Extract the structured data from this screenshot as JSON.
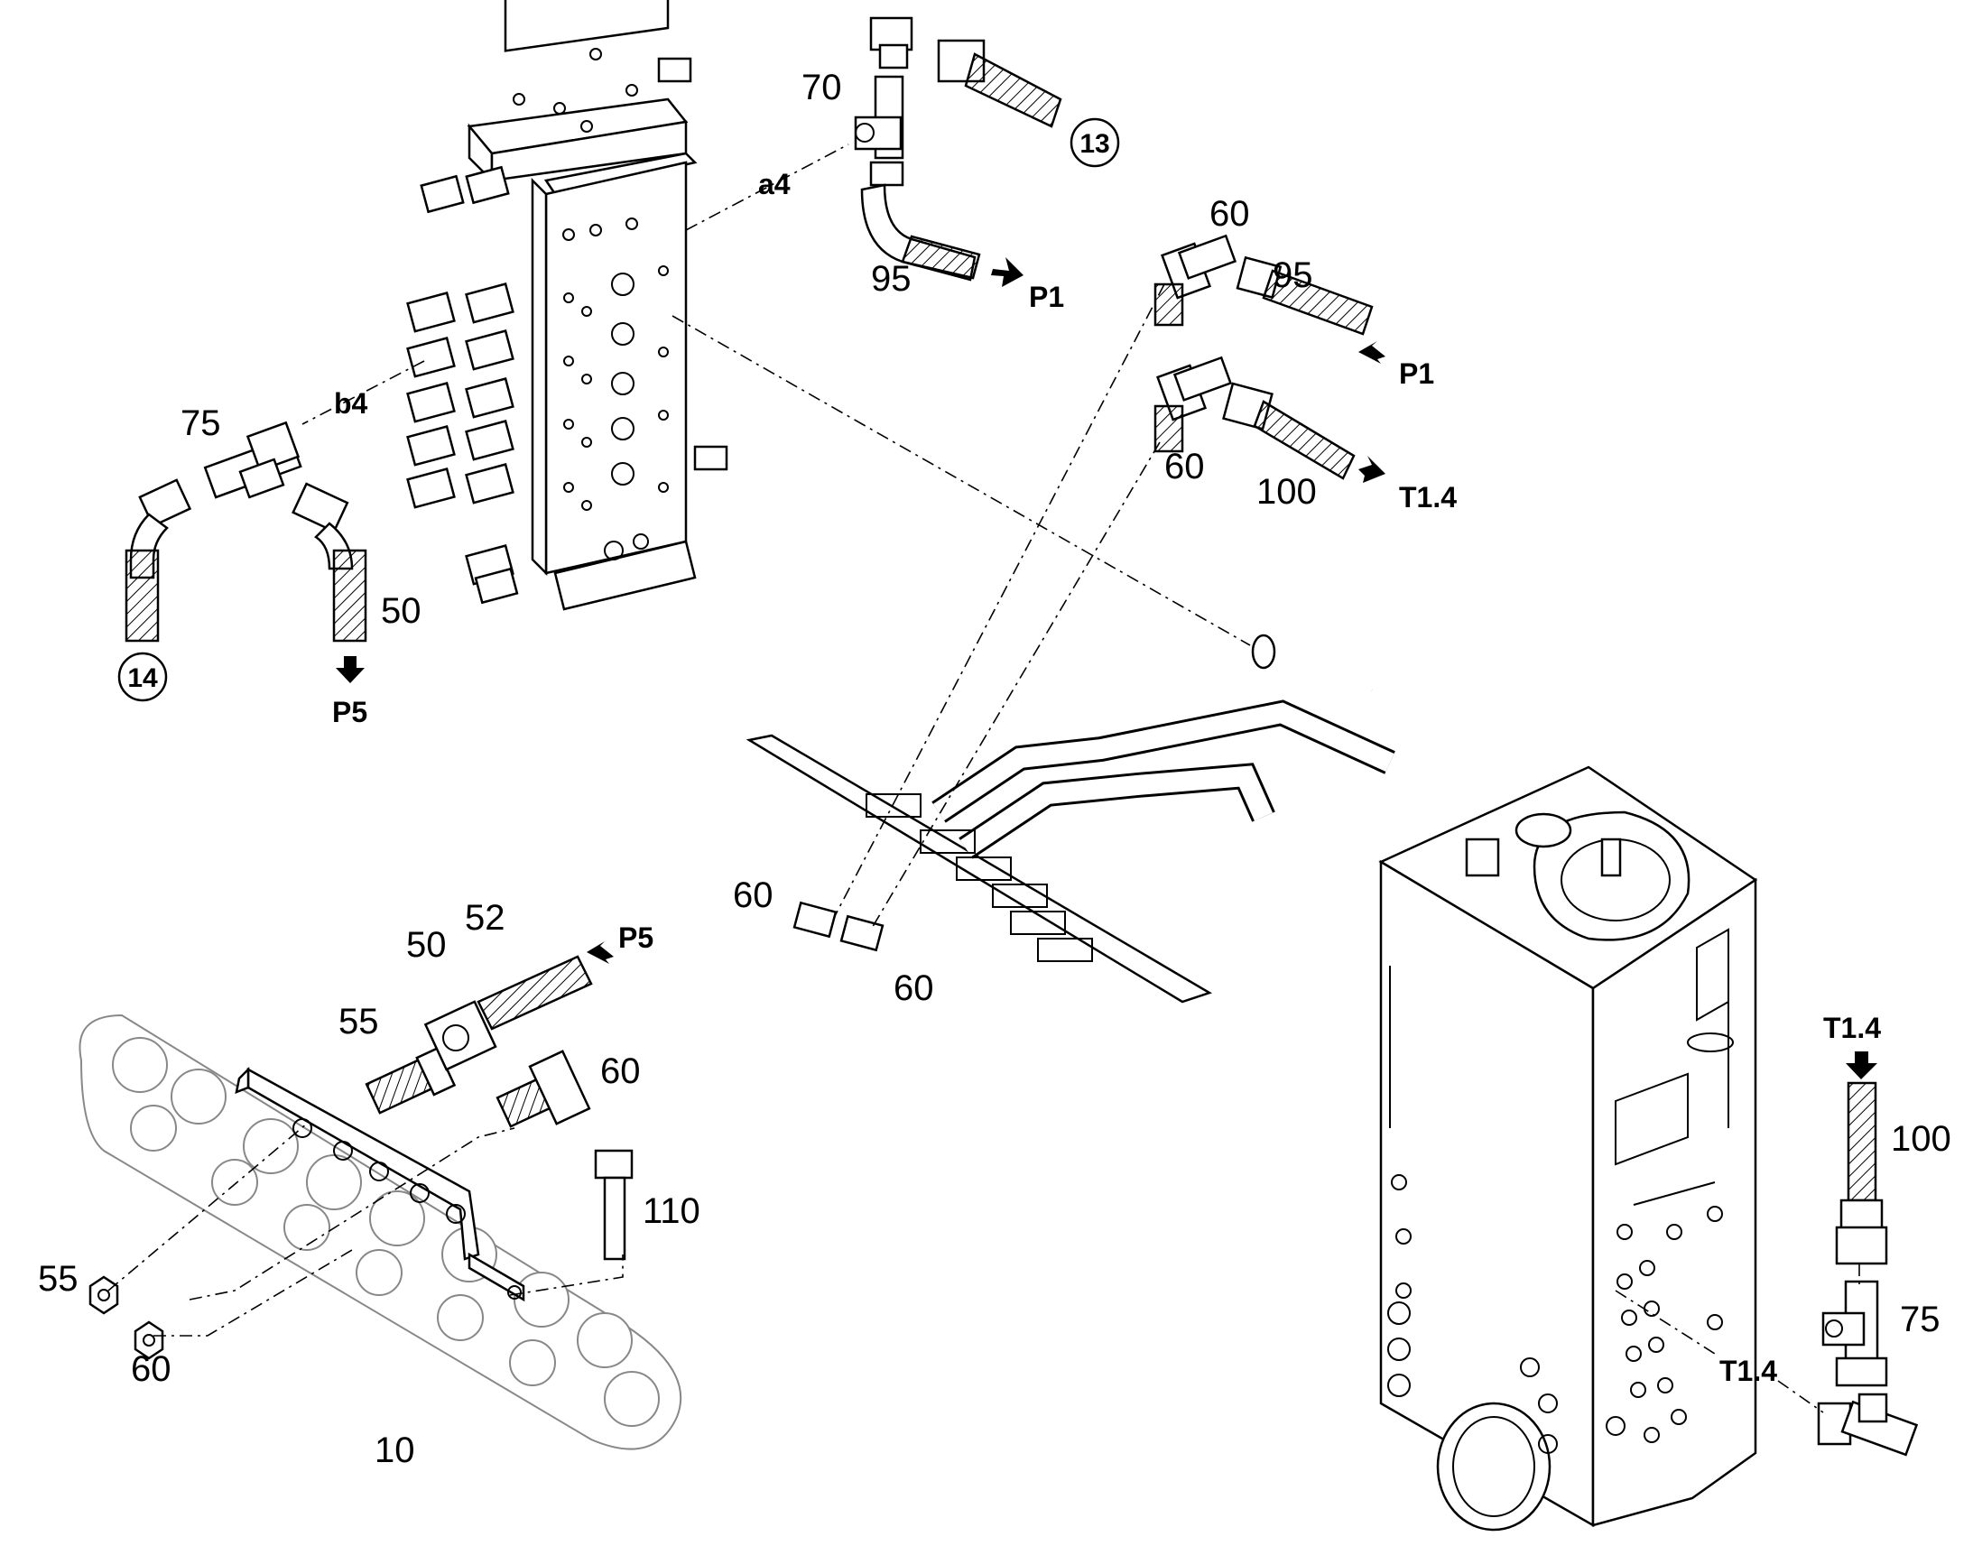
{
  "callouts": {
    "n70": "70",
    "n13": "13",
    "a4": "a4",
    "n95a": "95",
    "p1a": "P1",
    "n60a": "60",
    "n95b": "95",
    "p1b": "P1",
    "n60b": "60",
    "n100a": "100",
    "t14a": "T1.4",
    "n75a": "75",
    "b4": "b4",
    "n50a": "50",
    "n14": "14",
    "p5a": "P5",
    "n60c": "60",
    "n60d": "60",
    "n52": "52",
    "n50b": "50",
    "p5b": "P5",
    "n55a": "55",
    "n60e": "60",
    "n110": "110",
    "n55b": "55",
    "n60f": "60",
    "n10": "10",
    "t14b": "T1.4",
    "n100b": "100",
    "n75b": "75",
    "t14c": "T1.4"
  }
}
